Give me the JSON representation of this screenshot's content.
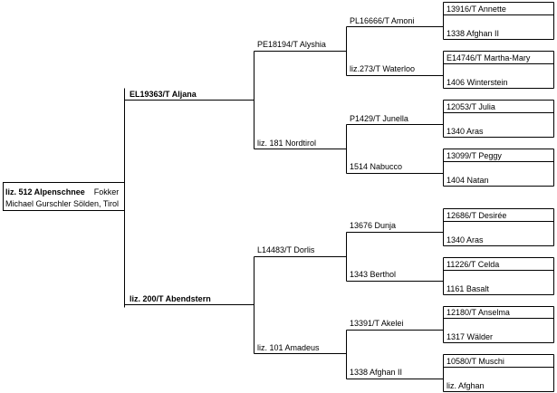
{
  "root": {
    "name": "liz. 512 Alpenschnee",
    "role": "Fokker",
    "breeder": "Michael Gurschler Sölden, Tirol"
  },
  "generation1": [
    "EL19363/T Aljana",
    "liz. 200/T Abendstern"
  ],
  "generation2": [
    "PE18194/T Alyshia",
    "liz. 181 Nordtirol",
    "L14483/T Dorlis",
    "liz. 101 Amadeus"
  ],
  "generation3": [
    "PL16666/T Amoni",
    "liz.273/T Waterloo",
    "P1429/T Junella",
    "1514 Nabucco",
    "13676 Dunja",
    "1343 Berthol",
    "13391/T Akelei",
    "1338 Afghan II"
  ],
  "generation4": [
    "13916/T Annette",
    "1338 Afghan II",
    "E14746/T Martha-Mary",
    "1406 Winterstein",
    "12053/T Julia",
    "1340 Aras",
    "13099/T Peggy",
    "1404 Natan",
    "12686/T Desirée",
    "1340 Aras",
    "11226/T Celda",
    "1161 Basalt",
    "12180/T Anselma",
    "1317 Wälder",
    "10580/T Muschi",
    "liz. Afghan"
  ]
}
